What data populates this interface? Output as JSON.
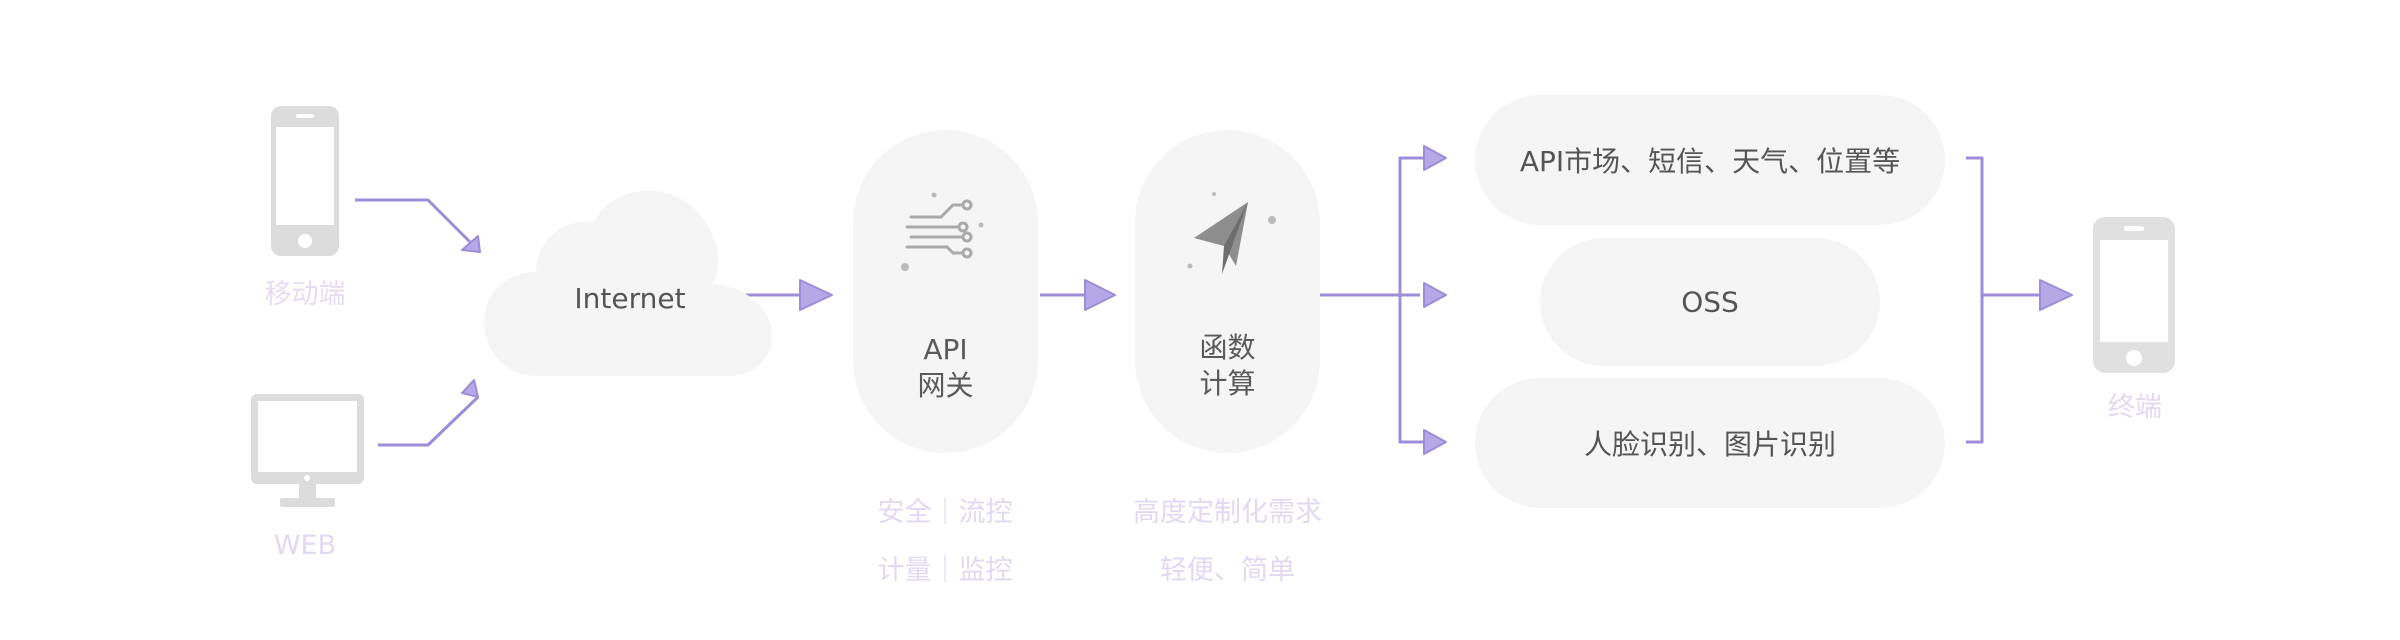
{
  "sources": {
    "mobile_label": "移动端",
    "web_label": "WEB"
  },
  "internet": {
    "label": "Internet"
  },
  "gateway": {
    "title_line1": "API",
    "title_line2": "网关",
    "caption_line1": "安全｜流控",
    "caption_line2": "计量｜监控"
  },
  "function_compute": {
    "title_line1": "函数",
    "title_line2": "计算",
    "caption_line1": "高度定制化需求",
    "caption_line2": "轻便、简单"
  },
  "services": [
    {
      "label": "API市场、短信、天气、位置等"
    },
    {
      "label": "OSS"
    },
    {
      "label": "人脸识别、图片识别"
    }
  ],
  "terminal": {
    "label": "终端"
  },
  "colors": {
    "arrow": "#9d8dd8",
    "arrow_fill": "#b5a8e6",
    "node_fill": "#f5f5f5",
    "icon_gray": "#d9d9d9",
    "caption": "#e2d8f2"
  }
}
